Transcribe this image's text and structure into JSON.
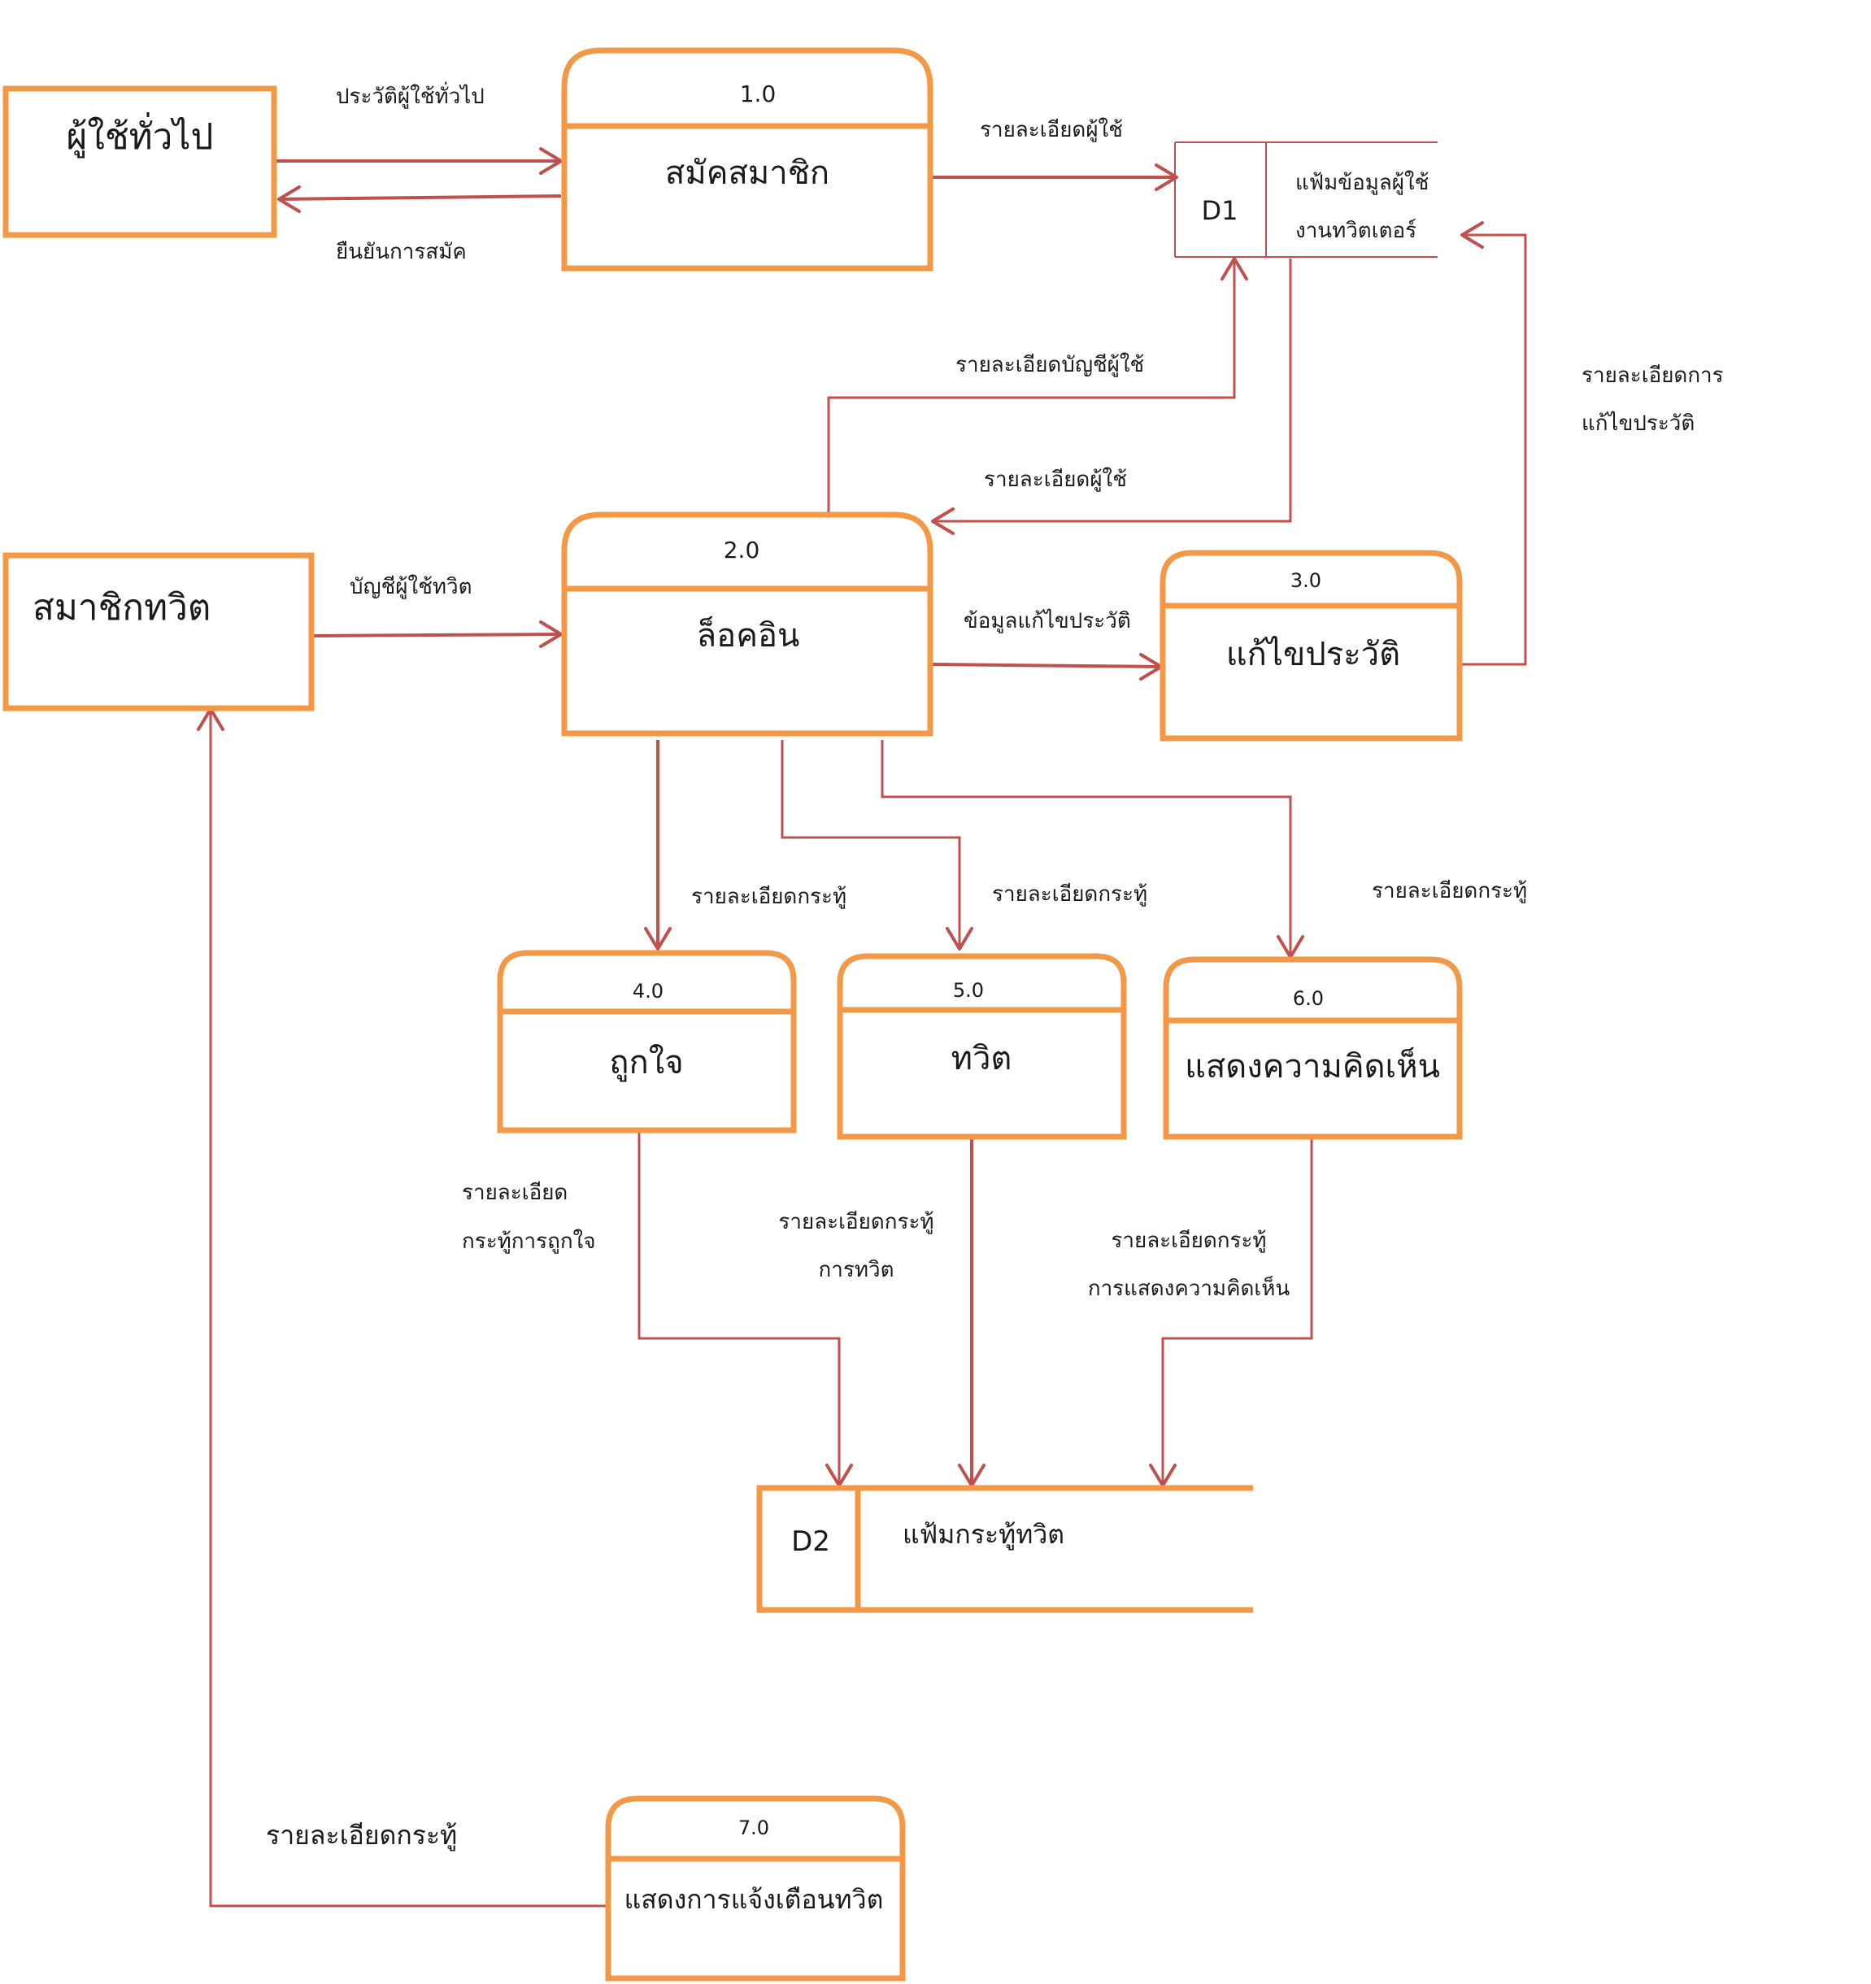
{
  "entities": {
    "general_user": "ผู้ใช้ทั่วไป",
    "member": "สมาชิกทวิต"
  },
  "processes": {
    "p1": {
      "id": "1.0",
      "name": "สมัคสมาชิก"
    },
    "p2": {
      "id": "2.0",
      "name": "ล็อคอิน"
    },
    "p3": {
      "id": "3.0",
      "name": "แก้ไขประวัติ"
    },
    "p4": {
      "id": "4.0",
      "name": "ถูกใจ"
    },
    "p5": {
      "id": "5.0",
      "name": "ทวิต"
    },
    "p6": {
      "id": "6.0",
      "name": "แสดงความคิดเห็น"
    },
    "p7": {
      "id": "7.0",
      "name": "แสดงการแจ้งเตือนทวิต"
    }
  },
  "stores": {
    "d1": {
      "id": "D1",
      "name_line1": "แฟ้มข้อมูลผู้ใช้",
      "name_line2": "งานทวิตเตอร์"
    },
    "d2": {
      "id": "D2",
      "name": "แฟ้มกระทู้ทวิต"
    }
  },
  "flows": {
    "user_history": "ประวัติผู้ใช้ทั่วไป",
    "confirm_signup": "ยืนยันการสมัค",
    "user_detail_1": "รายละเอียดผู้ใช้",
    "account_detail": "รายละเอียดบัญชีผู้ใช้",
    "user_detail_2": "รายละเอียดผู้ใช้",
    "edit_detail_line1": "รายละเอียดการ",
    "edit_detail_line2": "แก้ไขประวัติ",
    "twit_account": "บัญชีผู้ใช้ทวิต",
    "edit_data": "ข้อมูลแก้ไขประวัติ",
    "thread_detail_4": "รายละเอียดกระทู้",
    "thread_detail_5": "รายละเอียดกระทู้",
    "thread_detail_6": "รายละเอียดกระทู้",
    "like_line1": "รายละเอียด",
    "like_line2": "กระทู้การถูกใจ",
    "tweet_line1": "รายละเอียดกระทู้",
    "tweet_line2": "การทวิต",
    "comment_line1": "รายละเอียดกระทู้",
    "comment_line2": "การแสดงความคิดเห็น",
    "notify_detail": "รายละเอียดกระทู้"
  }
}
